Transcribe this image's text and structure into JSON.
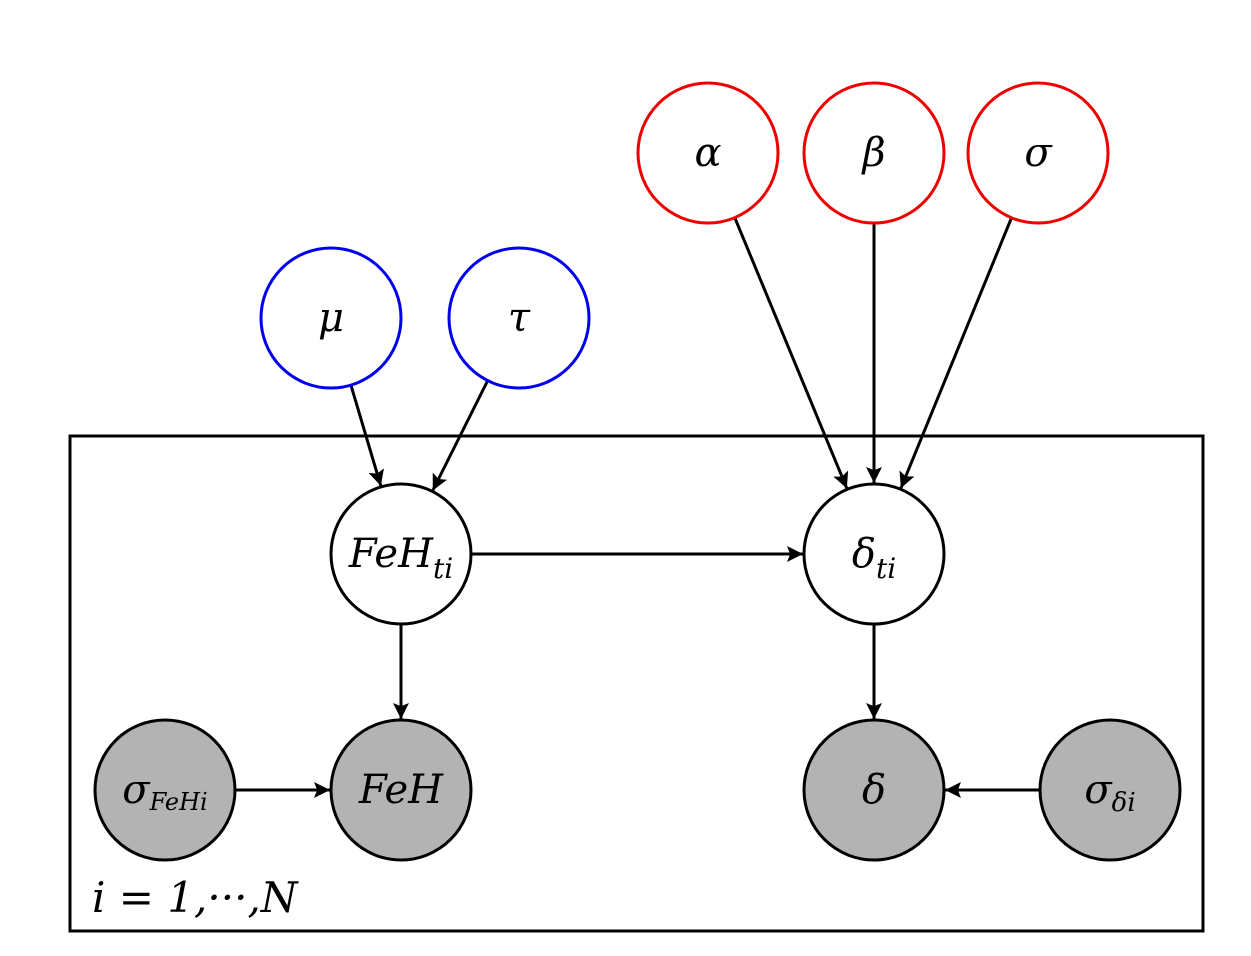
{
  "colors": {
    "hyper_mu_tau": "#0000ee",
    "hyper_alpha_beta_sigma": "#ee0000",
    "latent": "#ffffff",
    "observed": "#b3b3b3",
    "edge": "#000000"
  },
  "nodes": {
    "alpha": {
      "label": "α",
      "sub": ""
    },
    "beta": {
      "label": "β",
      "sub": ""
    },
    "sigma": {
      "label": "σ",
      "sub": ""
    },
    "mu": {
      "label": "μ",
      "sub": ""
    },
    "tau": {
      "label": "τ",
      "sub": ""
    },
    "feh_true": {
      "label": "FeH",
      "sub": "ti"
    },
    "delta_true": {
      "label": "δ",
      "sub": "ti"
    },
    "sigma_feh": {
      "label": "σ",
      "sub": "FeHi"
    },
    "feh_obs": {
      "label": "FeH",
      "sub": ""
    },
    "delta_obs": {
      "label": "δ",
      "sub": ""
    },
    "sigma_delta": {
      "label": "σ",
      "sub": "δi"
    }
  },
  "edges": [
    {
      "from": "mu",
      "to": "feh_true"
    },
    {
      "from": "tau",
      "to": "feh_true"
    },
    {
      "from": "alpha",
      "to": "delta_true"
    },
    {
      "from": "beta",
      "to": "delta_true"
    },
    {
      "from": "sigma",
      "to": "delta_true"
    },
    {
      "from": "feh_true",
      "to": "delta_true"
    },
    {
      "from": "feh_true",
      "to": "feh_obs"
    },
    {
      "from": "delta_true",
      "to": "delta_obs"
    },
    {
      "from": "sigma_feh",
      "to": "feh_obs"
    },
    {
      "from": "sigma_delta",
      "to": "delta_obs"
    }
  ],
  "plate": {
    "label": "i = 1,···,N"
  }
}
